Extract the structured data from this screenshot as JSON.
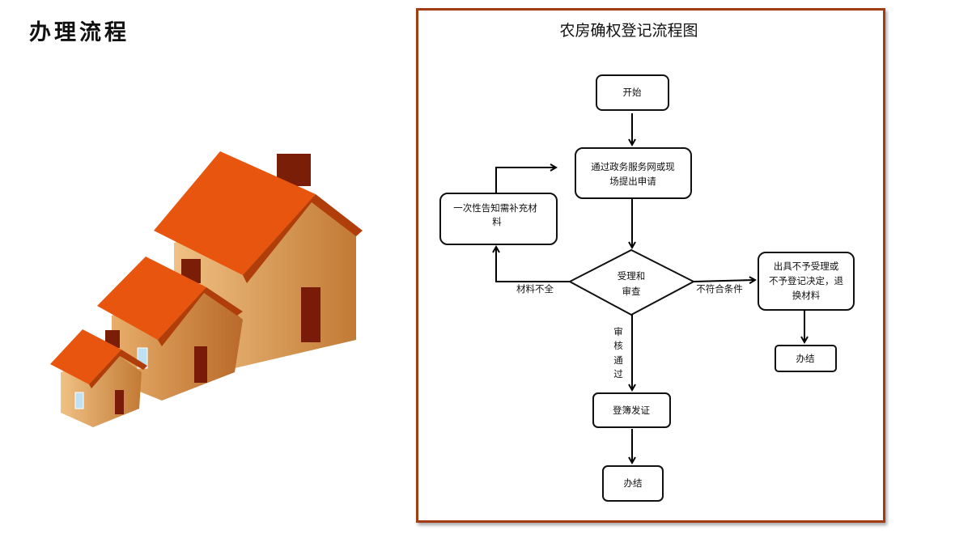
{
  "page_title": "办理流程",
  "flowchart": {
    "title": "农房确权登记流程图",
    "start": "开始",
    "apply": [
      "通过政务服务网或现",
      "场提出申请"
    ],
    "notify": [
      "一次性告知需补充材",
      "料"
    ],
    "review": [
      "受理和",
      "审查"
    ],
    "reject": [
      "出具不予受理或",
      "不予登记决定，退",
      "换材料"
    ],
    "register": "登簿发证",
    "done_left": "办结",
    "done_right": "办结",
    "label_incomplete": "材料不全",
    "label_not_qualified": "不符合条件",
    "label_approved": [
      "审",
      "核",
      "通",
      "过"
    ]
  },
  "colors": {
    "frame": "#a23c14",
    "roof": "#e8550e",
    "wall": "#d9964e",
    "chimney": "#7a1e08"
  }
}
